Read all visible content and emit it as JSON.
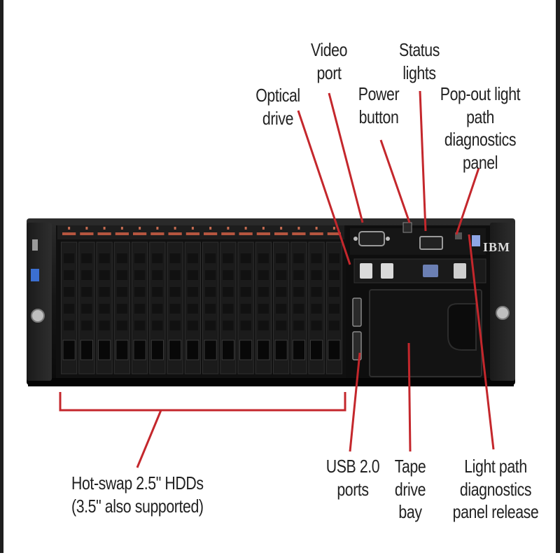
{
  "brand": "IBM",
  "colors": {
    "leader": "#c4272c",
    "chassis": "#161616",
    "bezel": "#0c0c0c"
  },
  "hdd_bay_count": 16,
  "callouts": {
    "video_port": "Video\nport",
    "status_lights": "Status\nlights",
    "optical_drive": "Optical\ndrive",
    "power_button": "Power\nbutton",
    "popout_panel": "Pop-out light\npath diagnostics\npanel",
    "hot_swap_hdds": "Hot-swap 2.5\" HDDs\n(3.5\" also supported)",
    "usb_ports": "USB 2.0\nports",
    "tape_drive": "Tape\ndrive\nbay",
    "panel_release": "Light path\ndiagnostics\npanel release"
  },
  "icons": [
    "handle-icon",
    "status-led-icon",
    "hdd-bay-icon",
    "optical-drive-icon",
    "vga-port-icon",
    "power-button-icon",
    "usb-port-icon"
  ]
}
